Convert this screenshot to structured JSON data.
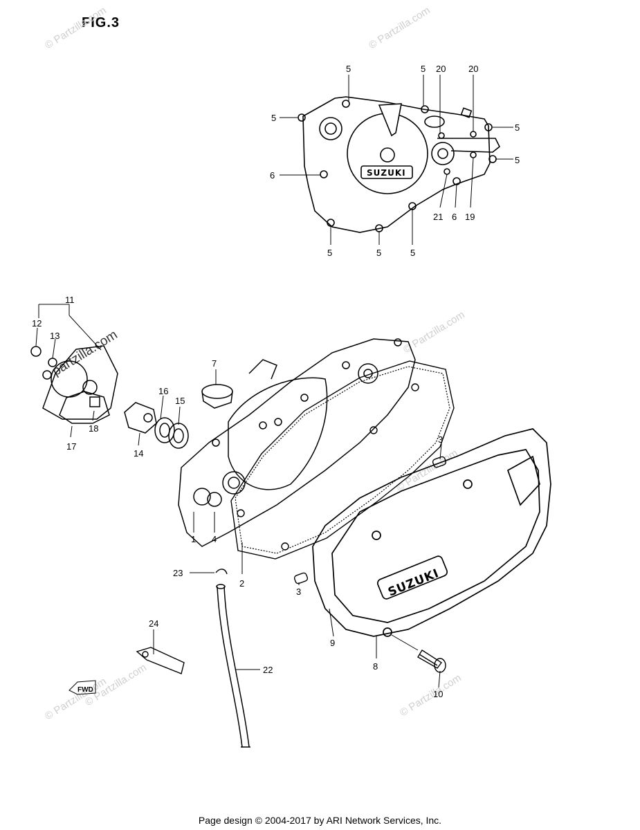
{
  "figure": {
    "title": "FIG.3"
  },
  "footer": {
    "text": "Page design © 2004-2017 by ARI Network Services, Inc."
  },
  "watermarks": [
    "© Partzilla.com",
    "© Partzilla.com",
    "© Partzilla.com",
    "© Partzilla.com",
    "© Partzilla.com",
    "© Partzilla.com",
    "© Partzilla.com",
    "partzilla.com"
  ],
  "brand": {
    "upper": "SUZUKI",
    "lower": "SUZUKI",
    "fwd": "FWD"
  },
  "callouts": {
    "c5a": "5",
    "c5b": "5",
    "c20a": "20",
    "c20b": "20",
    "c5c": "5",
    "c5d": "5",
    "c5e": "5",
    "c6a": "6",
    "c21": "21",
    "c6b": "6",
    "c19": "19",
    "c5f": "5",
    "c5g": "5",
    "c5h": "5",
    "c11": "11",
    "c12": "12",
    "c13": "13",
    "c7": "7",
    "c16": "16",
    "c15": "15",
    "c18": "18",
    "c17": "17",
    "c14": "14",
    "c3a": "3",
    "c1": "1",
    "c4": "4",
    "c23": "23",
    "c2": "2",
    "c3b": "3",
    "c9": "9",
    "c24": "24",
    "c22": "22",
    "c8": "8",
    "c10": "10"
  },
  "colors": {
    "line": "#000000",
    "watermark": "#cfcfcf",
    "background": "#ffffff"
  }
}
